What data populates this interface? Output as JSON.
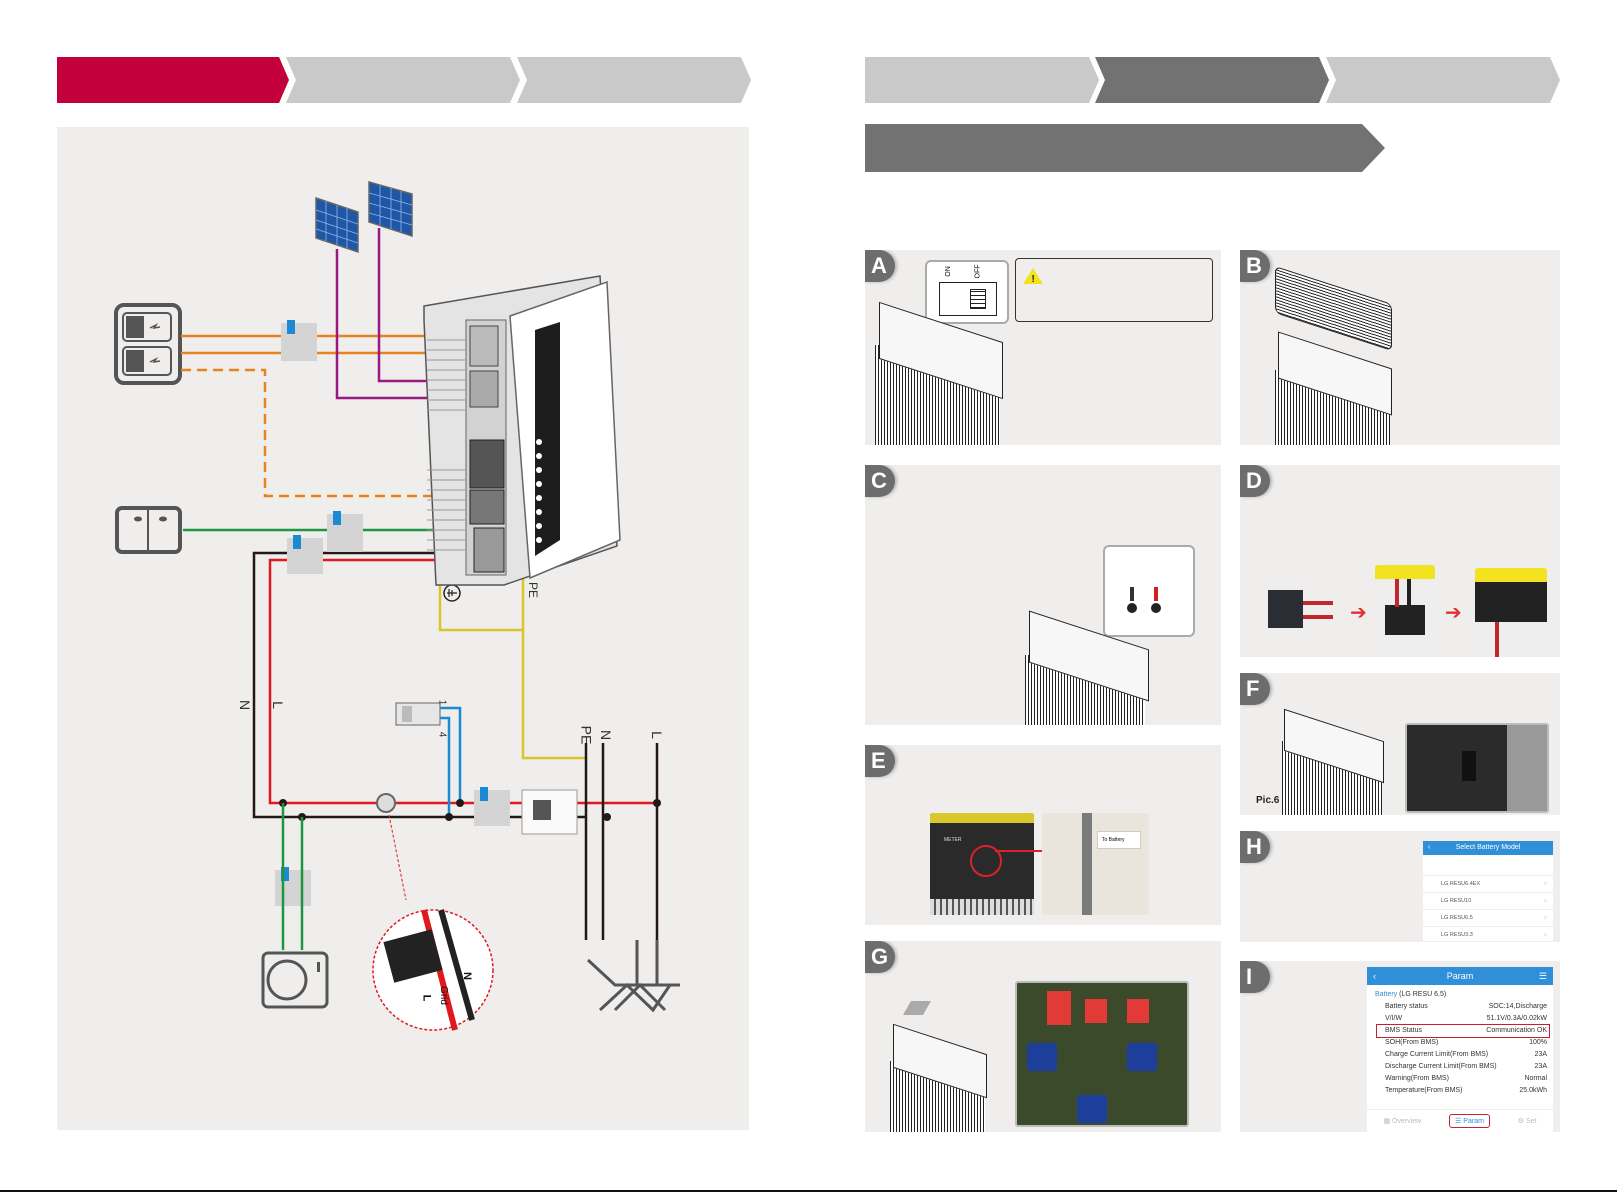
{
  "colors": {
    "active_step": "#c4003a",
    "inactive_step": "#c8c9c8",
    "current_step_dark": "#727272",
    "panel_bg": "#efeeed",
    "battery_dc": "#e8821e",
    "pv": "#9b1882",
    "backup_green": "#1e9540",
    "line_red": "#e0191f",
    "neutral_black": "#231815",
    "earth_yellow": "#d9c72a",
    "meter_blue": "#1b8ad3",
    "app_blue": "#2f8fd8"
  },
  "left_page": {
    "steps": [
      {
        "label": "",
        "state": "active"
      },
      {
        "label": "",
        "state": "inactive"
      },
      {
        "label": "",
        "state": "inactive"
      }
    ],
    "diagram": {
      "labels": {
        "neutral": "N",
        "line": "L",
        "pe_inverter": "PE",
        "grid_pe": "PE",
        "grid_n": "N",
        "grid_l": "L",
        "meter_pin_1": "1",
        "meter_pin_4": "4",
        "ct_n": "N",
        "ct_l": "L",
        "ct_grid": "Grid"
      },
      "components": [
        "battery-icon",
        "solar-panel-1",
        "solar-panel-2",
        "inverter",
        "backup-load-socket",
        "breaker",
        "smart-meter",
        "ct-clamp",
        "energy-meter",
        "washing-machine",
        "grid-tower"
      ]
    }
  },
  "right_page": {
    "steps": [
      {
        "label": "",
        "state": "inactive"
      },
      {
        "label": "",
        "state": "current"
      },
      {
        "label": "",
        "state": "inactive"
      }
    ],
    "section_title": "",
    "panels": {
      "A": {
        "letter": "A",
        "switch_on": "ON",
        "switch_off": "OFF",
        "warning_icon": "warning-triangle"
      },
      "B": {
        "letter": "B"
      },
      "C": {
        "letter": "C"
      },
      "D": {
        "letter": "D"
      },
      "E": {
        "letter": "E",
        "port_label": "METER",
        "tag_text": "To Battery"
      },
      "F": {
        "letter": "F",
        "pic_label": "Pic.6"
      },
      "G": {
        "letter": "G"
      },
      "H": {
        "letter": "H",
        "app_title": "Select Battery Model",
        "models": [
          "LG RESU6.4EX",
          "LG RESU10",
          "LG RESU6.5",
          "LG RESU3.3"
        ]
      },
      "I": {
        "letter": "I",
        "app_title": "Param",
        "battery_label": "Battery",
        "battery_model": "(LG RESU 6.5)",
        "rows": [
          {
            "label": "Battery status",
            "value": "SOC:14,Discharge"
          },
          {
            "label": "V/I/W",
            "value": "51.1V/0.3A/0.02kW"
          },
          {
            "label": "BMS Status",
            "value": "Communication OK",
            "highlight": true
          },
          {
            "label": "SOH(From BMS)",
            "value": "100%"
          },
          {
            "label": "Charge Current Limit(From BMS)",
            "value": "23A"
          },
          {
            "label": "Discharge Current Limit(From BMS)",
            "value": "23A"
          },
          {
            "label": "Warning(From BMS)",
            "value": "Normal"
          },
          {
            "label": "Temperature(From BMS)",
            "value": "25.0kWh"
          }
        ],
        "nav": [
          {
            "label": "Overview",
            "active": false
          },
          {
            "label": "Param",
            "active": true
          },
          {
            "label": "Set",
            "active": false
          }
        ]
      }
    }
  }
}
